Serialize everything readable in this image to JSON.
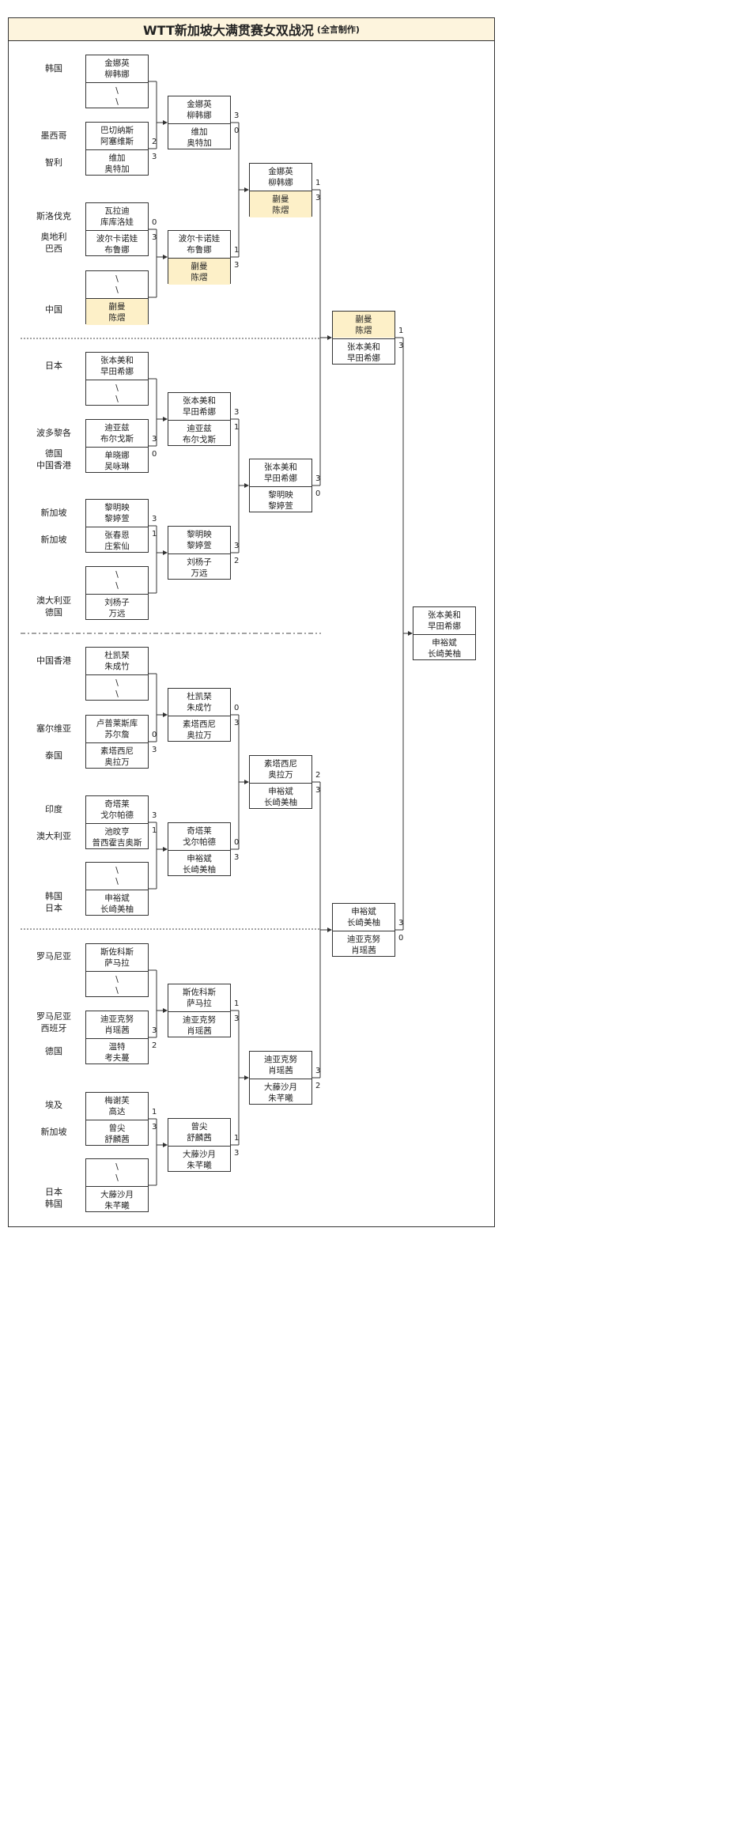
{
  "title": "WTT新加坡大满贯赛女双战况",
  "title_note": "(全言制作)",
  "bye": "\\",
  "countries": [
    {
      "lines": [
        "韩国"
      ]
    },
    {
      "lines": [
        "墨西哥"
      ]
    },
    {
      "lines": [
        "智利"
      ]
    },
    {
      "lines": [
        "斯洛伐克"
      ]
    },
    {
      "lines": [
        "奥地利",
        "巴西"
      ]
    },
    {
      "lines": [
        "中国"
      ]
    },
    {
      "lines": [
        "日本"
      ]
    },
    {
      "lines": [
        "波多黎各"
      ]
    },
    {
      "lines": [
        "德国",
        "中国香港"
      ]
    },
    {
      "lines": [
        "新加坡"
      ]
    },
    {
      "lines": [
        "新加坡"
      ]
    },
    {
      "lines": [
        "澳大利亚",
        "德国"
      ]
    },
    {
      "lines": [
        "中国香港"
      ]
    },
    {
      "lines": [
        "塞尔维亚"
      ]
    },
    {
      "lines": [
        "泰国"
      ]
    },
    {
      "lines": [
        "印度"
      ]
    },
    {
      "lines": [
        "澳大利亚"
      ]
    },
    {
      "lines": [
        "韩国",
        "日本"
      ]
    },
    {
      "lines": [
        "罗马尼亚"
      ]
    },
    {
      "lines": [
        "罗马尼亚",
        "西班牙"
      ]
    },
    {
      "lines": [
        "德国"
      ]
    },
    {
      "lines": [
        "埃及"
      ]
    },
    {
      "lines": [
        "新加坡"
      ]
    },
    {
      "lines": [
        "日本",
        "韩国"
      ]
    }
  ],
  "r1": [
    {
      "top": [
        "金娜英",
        "柳韩娜"
      ],
      "bot": [
        "\\",
        "\\"
      ],
      "s1": "",
      "s2": ""
    },
    {
      "top": [
        "巴切纳斯",
        "阿塞维斯"
      ],
      "bot": [
        "维加",
        "奥特加"
      ],
      "s1": "2",
      "s2": "3"
    },
    {
      "top": [
        "瓦拉迪",
        "库库洛娃"
      ],
      "bot": [
        "波尔卡诺娃",
        "布鲁娜"
      ],
      "s1": "0",
      "s2": "3"
    },
    {
      "top": [
        "\\",
        "\\"
      ],
      "bot": [
        "蒯曼",
        "陈熠"
      ],
      "s1": "",
      "s2": "",
      "win": "bot"
    },
    {
      "top": [
        "张本美和",
        "早田希娜"
      ],
      "bot": [
        "\\",
        "\\"
      ],
      "s1": "",
      "s2": ""
    },
    {
      "top": [
        "迪亚兹",
        "布尔戈斯"
      ],
      "bot": [
        "单晓娜",
        "吴咏琳"
      ],
      "s1": "3",
      "s2": "0"
    },
    {
      "top": [
        "黎明映",
        "黎婷萱"
      ],
      "bot": [
        "张春恩",
        "庄紫仙"
      ],
      "s1": "3",
      "s2": "1"
    },
    {
      "top": [
        "\\",
        "\\"
      ],
      "bot": [
        "刘杨子",
        "万远"
      ],
      "s1": "",
      "s2": ""
    },
    {
      "top": [
        "杜凯琹",
        "朱成竹"
      ],
      "bot": [
        "\\",
        "\\"
      ],
      "s1": "",
      "s2": ""
    },
    {
      "top": [
        "卢普莱斯库",
        "苏尔詹"
      ],
      "bot": [
        "素塔西尼",
        "奥拉万"
      ],
      "s1": "0",
      "s2": "3"
    },
    {
      "top": [
        "奇塔莱",
        "戈尔帕德"
      ],
      "bot": [
        "池旼亨",
        "普西霍吉奥斯"
      ],
      "s1": "3",
      "s2": "1"
    },
    {
      "top": [
        "\\",
        "\\"
      ],
      "bot": [
        "申裕斌",
        "长崎美柚"
      ],
      "s1": "",
      "s2": ""
    },
    {
      "top": [
        "斯佐科斯",
        "萨马拉"
      ],
      "bot": [
        "\\",
        "\\"
      ],
      "s1": "",
      "s2": ""
    },
    {
      "top": [
        "迪亚克努",
        "肖瑶茜"
      ],
      "bot": [
        "温特",
        "考夫蔓"
      ],
      "s1": "3",
      "s2": "2"
    },
    {
      "top": [
        "梅谢芙",
        "高达"
      ],
      "bot": [
        "曾尖",
        "舒麟茜"
      ],
      "s1": "1",
      "s2": "3"
    },
    {
      "top": [
        "\\",
        "\\"
      ],
      "bot": [
        "大藤沙月",
        "朱芊曦"
      ],
      "s1": "",
      "s2": ""
    }
  ],
  "r2": [
    {
      "top": [
        "金娜英",
        "柳韩娜"
      ],
      "bot": [
        "维加",
        "奥特加"
      ],
      "s1": "3",
      "s2": "0"
    },
    {
      "top": [
        "波尔卡诺娃",
        "布鲁娜"
      ],
      "bot": [
        "蒯曼",
        "陈熠"
      ],
      "s1": "1",
      "s2": "3",
      "win": "bot"
    },
    {
      "top": [
        "张本美和",
        "早田希娜"
      ],
      "bot": [
        "迪亚兹",
        "布尔戈斯"
      ],
      "s1": "3",
      "s2": "1"
    },
    {
      "top": [
        "黎明映",
        "黎婷萱"
      ],
      "bot": [
        "刘杨子",
        "万远"
      ],
      "s1": "3",
      "s2": "2"
    },
    {
      "top": [
        "杜凯琹",
        "朱成竹"
      ],
      "bot": [
        "素塔西尼",
        "奥拉万"
      ],
      "s1": "0",
      "s2": "3"
    },
    {
      "top": [
        "奇塔莱",
        "戈尔帕德"
      ],
      "bot": [
        "申裕斌",
        "长崎美柚"
      ],
      "s1": "0",
      "s2": "3"
    },
    {
      "top": [
        "斯佐科斯",
        "萨马拉"
      ],
      "bot": [
        "迪亚克努",
        "肖瑶茜"
      ],
      "s1": "1",
      "s2": "3"
    },
    {
      "top": [
        "曾尖",
        "舒麟茜"
      ],
      "bot": [
        "大藤沙月",
        "朱芊曦"
      ],
      "s1": "1",
      "s2": "3"
    }
  ],
  "r3": [
    {
      "top": [
        "金娜英",
        "柳韩娜"
      ],
      "bot": [
        "蒯曼",
        "陈熠"
      ],
      "s1": "1",
      "s2": "3",
      "win": "bot"
    },
    {
      "top": [
        "张本美和",
        "早田希娜"
      ],
      "bot": [
        "黎明映",
        "黎婷萱"
      ],
      "s1": "3",
      "s2": "0"
    },
    {
      "top": [
        "素塔西尼",
        "奥拉万"
      ],
      "bot": [
        "申裕斌",
        "长崎美柚"
      ],
      "s1": "2",
      "s2": "3"
    },
    {
      "top": [
        "迪亚克努",
        "肖瑶茜"
      ],
      "bot": [
        "大藤沙月",
        "朱芊曦"
      ],
      "s1": "3",
      "s2": "2"
    }
  ],
  "r4": [
    {
      "top": [
        "蒯曼",
        "陈熠"
      ],
      "bot": [
        "张本美和",
        "早田希娜"
      ],
      "s1": "1",
      "s2": "3",
      "win": "top"
    },
    {
      "top": [
        "申裕斌",
        "长崎美柚"
      ],
      "bot": [
        "迪亚克努",
        "肖瑶茜"
      ],
      "s1": "3",
      "s2": "0"
    }
  ],
  "r5": [
    {
      "top": [
        "张本美和",
        "早田希娜"
      ],
      "bot": [
        "申裕斌",
        "长崎美柚"
      ],
      "s1": "",
      "s2": ""
    }
  ],
  "accent_color": "#fdf0c8",
  "title_bg": "#fdf4dd"
}
